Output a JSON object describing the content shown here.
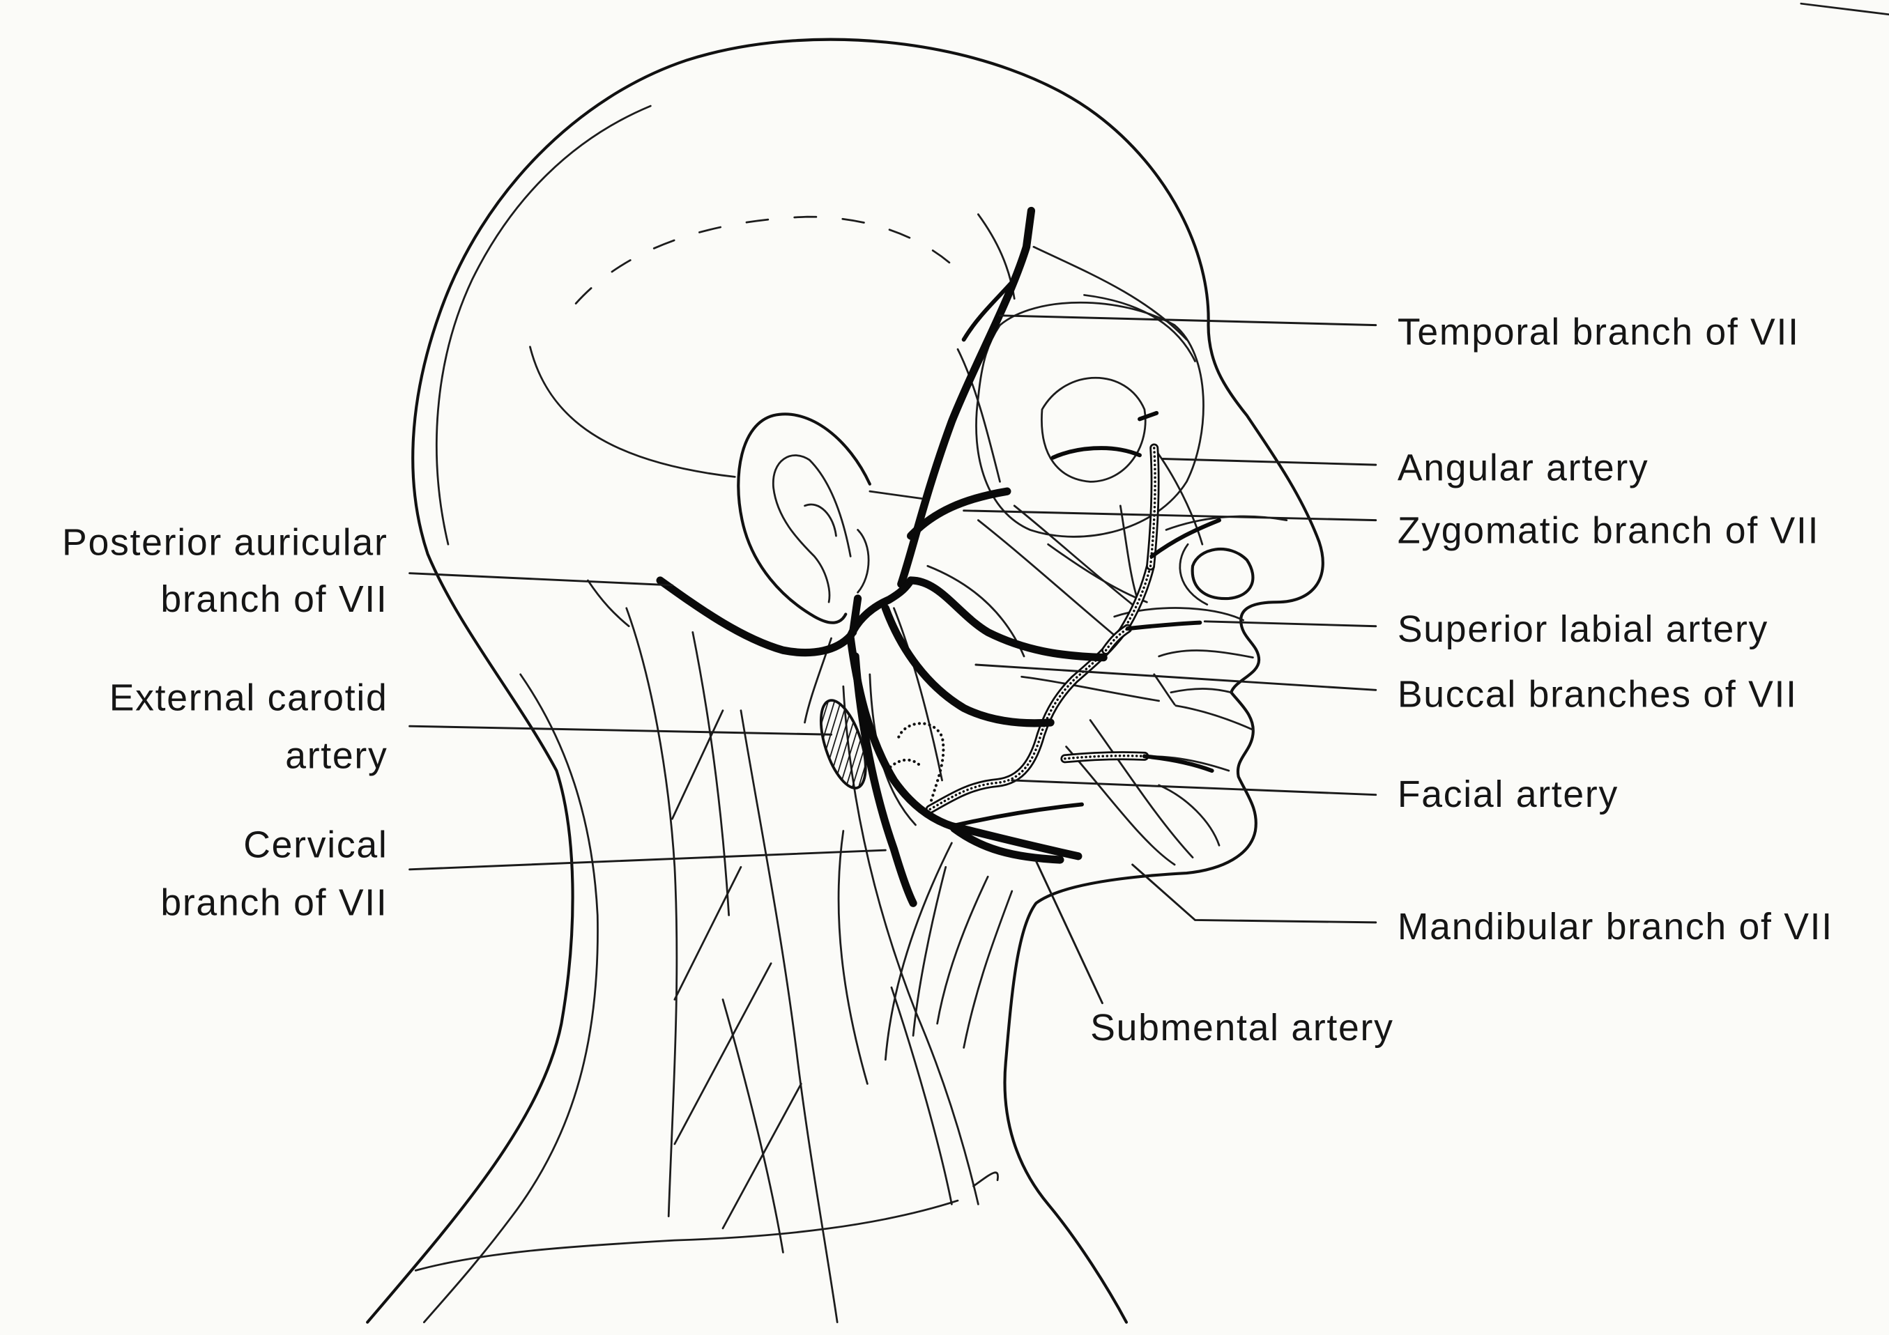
{
  "labels": {
    "temporal_branch": "Temporal branch of VII",
    "angular_artery": "Angular artery",
    "zygomatic_branch": "Zygomatic branch of VII",
    "superior_labial_artery": "Superior labial artery",
    "buccal_branches": "Buccal branches of VII",
    "facial_artery": "Facial artery",
    "mandibular_branch": "Mandibular branch of VII",
    "submental_artery": "Submental artery",
    "posterior_auricular": [
      "Posterior auricular",
      "branch of VII"
    ],
    "external_carotid": [
      "External carotid",
      "artery"
    ],
    "cervical_branch": [
      "Cervical",
      "branch of VII"
    ]
  }
}
